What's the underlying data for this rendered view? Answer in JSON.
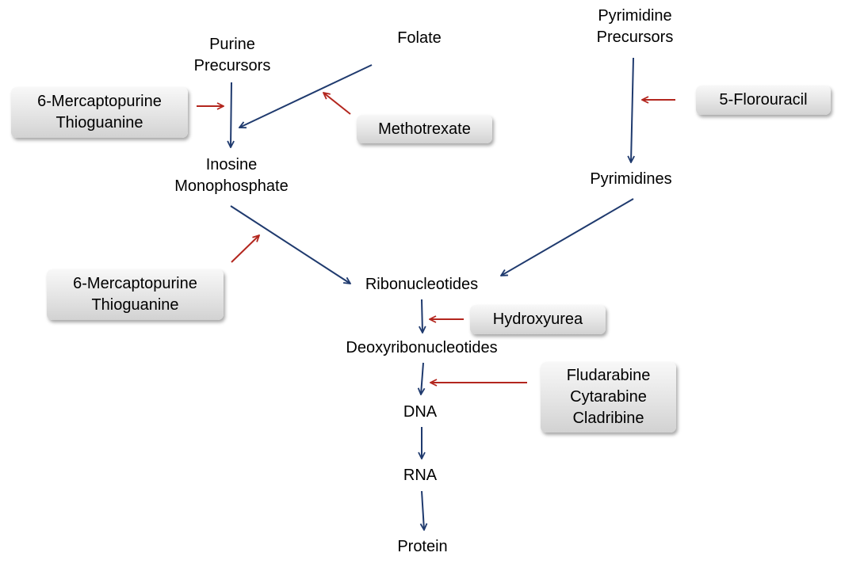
{
  "nodes": {
    "purine_precursors": [
      "Purine",
      "Precursors"
    ],
    "folate": "Folate",
    "pyrimidine_precursors": [
      "Pyrimidine",
      "Precursors"
    ],
    "inosine_monophosphate": [
      "Inosine",
      "Monophosphate"
    ],
    "pyrimidines": "Pyrimidines",
    "ribonucleotides": "Ribonucleotides",
    "deoxyribonucleotides": "Deoxyribonucleotides",
    "dna": "DNA",
    "rna": "RNA",
    "protein": "Protein"
  },
  "drugs": {
    "mp_top": [
      "6-Mercaptopurine",
      "Thioguanine"
    ],
    "methotrexate": "Methotrexate",
    "fluorouracil": "5-Florouracil",
    "mp_bottom": [
      "6-Mercaptopurine",
      "Thioguanine"
    ],
    "hydroxyurea": "Hydroxyurea",
    "nucleoside_analogs": [
      "Fludarabine",
      "Cytarabine",
      "Cladribine"
    ]
  },
  "colors": {
    "pathway_arrow": "#1f3a6e",
    "inhibitor_arrow": "#b3261e",
    "drug_box": "#e4e4e4"
  }
}
